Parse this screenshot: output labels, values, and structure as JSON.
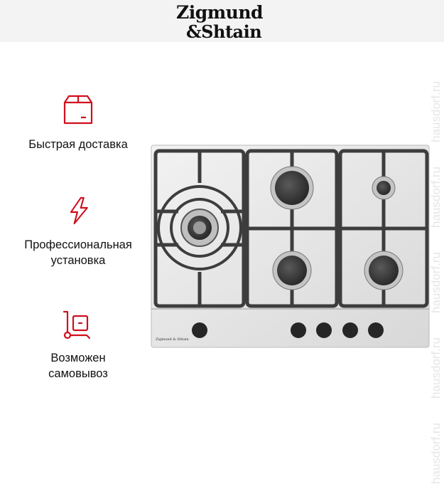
{
  "brand": {
    "line1": "Zigmund",
    "line2": "&Shtain"
  },
  "features": [
    {
      "icon": "box-icon",
      "label": "Быстрая доставка"
    },
    {
      "icon": "lightning-icon",
      "label": "Профессиональная установка",
      "lines": [
        "Профессиональная",
        "установка"
      ]
    },
    {
      "icon": "cart-icon",
      "label": "Возможен самовывоз",
      "lines": [
        "Возможен",
        "самовывоз"
      ]
    }
  ],
  "product": {
    "panel_brand": "Zigmund & Shtain",
    "burners": 5,
    "knobs": 5
  },
  "watermark": "hausdorf.ru",
  "colors": {
    "accent": "#d0101e",
    "header_bg": "#f3f3f3",
    "text": "#111111"
  }
}
